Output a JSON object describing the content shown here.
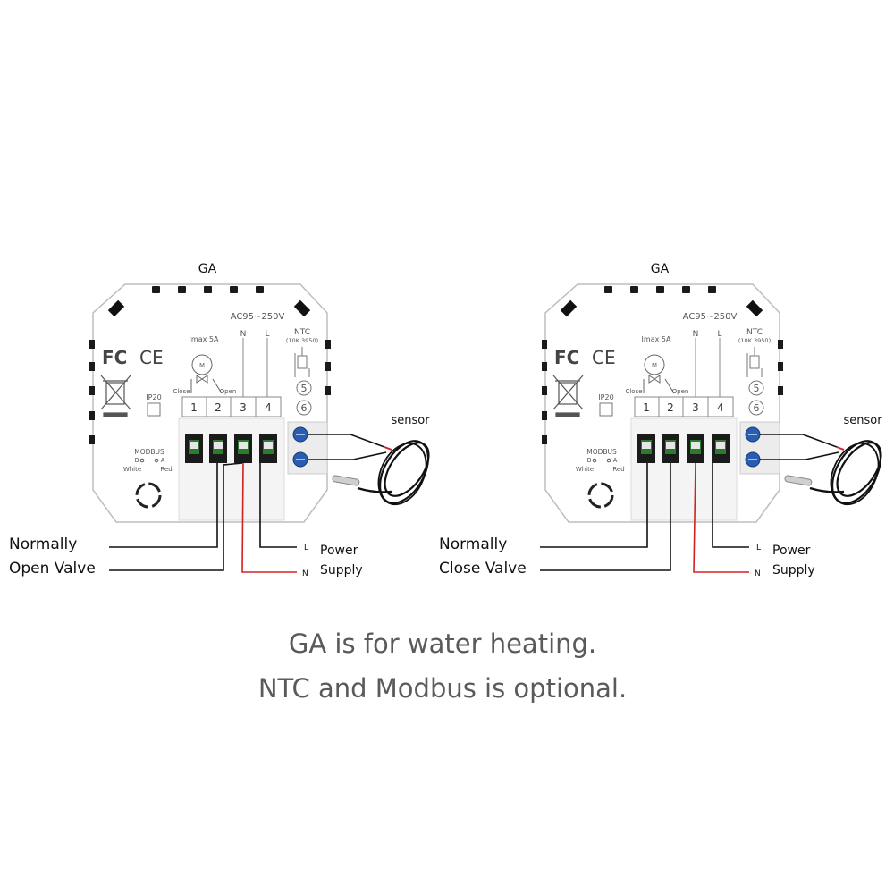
{
  "colors": {
    "wire": "#000000",
    "live_wire": "#d32020",
    "terminal_green": "#2c7a2c",
    "sensor_screw": "#2a5db0",
    "caption": "#5a5a5a"
  },
  "devices": [
    {
      "title": "GA",
      "voltage": "AC95~250V",
      "imax": "Imax 5A",
      "n_label": "N",
      "l_label": "L",
      "ntc": "NTC",
      "ntc_spec": "(10K 3950)",
      "close_label": "Close",
      "open_label": "Open",
      "ip_rating": "IP20",
      "terminals": [
        "1",
        "2",
        "3",
        "4"
      ],
      "sensor_pins": [
        "5",
        "6"
      ],
      "modbus": "MODBUS",
      "modbus_b": "B",
      "modbus_a": "A",
      "modbus_white": "White",
      "modbus_red": "Red",
      "sensor_label": "sensor",
      "valve_line1": "Normally",
      "valve_line2": "Open Valve",
      "wire_l": "L",
      "wire_n": "N",
      "power_line1": "Power",
      "power_line2": "Supply"
    },
    {
      "title": "GA",
      "voltage": "AC95~250V",
      "imax": "Imax 5A",
      "n_label": "N",
      "l_label": "L",
      "ntc": "NTC",
      "ntc_spec": "(10K 3950)",
      "close_label": "Close",
      "open_label": "Open",
      "ip_rating": "IP20",
      "terminals": [
        "1",
        "2",
        "3",
        "4"
      ],
      "sensor_pins": [
        "5",
        "6"
      ],
      "modbus": "MODBUS",
      "modbus_b": "B",
      "modbus_a": "A",
      "modbus_white": "White",
      "modbus_red": "Red",
      "sensor_label": "sensor",
      "valve_line1": "Normally",
      "valve_line2": "Close Valve",
      "wire_l": "L",
      "wire_n": "N",
      "power_line1": "Power",
      "power_line2": "Supply"
    }
  ],
  "caption": {
    "line1": "GA is for water heating.",
    "line2": "NTC and Modbus is optional."
  }
}
